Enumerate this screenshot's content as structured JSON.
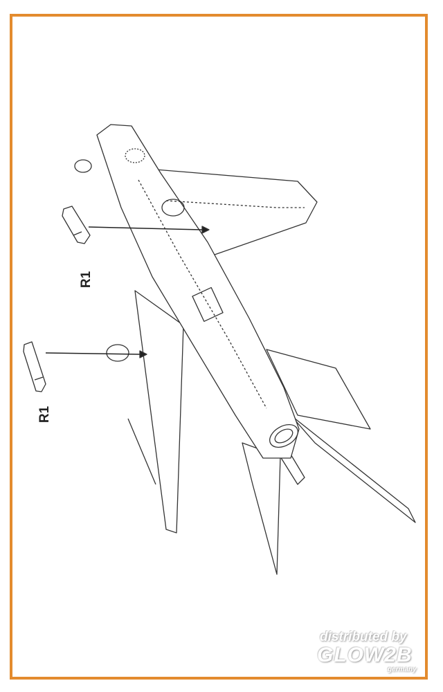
{
  "labels": {
    "part_top": "R1",
    "part_bottom": "R1"
  },
  "watermark": {
    "line1": "distributed by",
    "brand": "GLOW2B",
    "line3": "germany"
  },
  "colors": {
    "frame": "#e38b2e",
    "line": "#333333"
  }
}
